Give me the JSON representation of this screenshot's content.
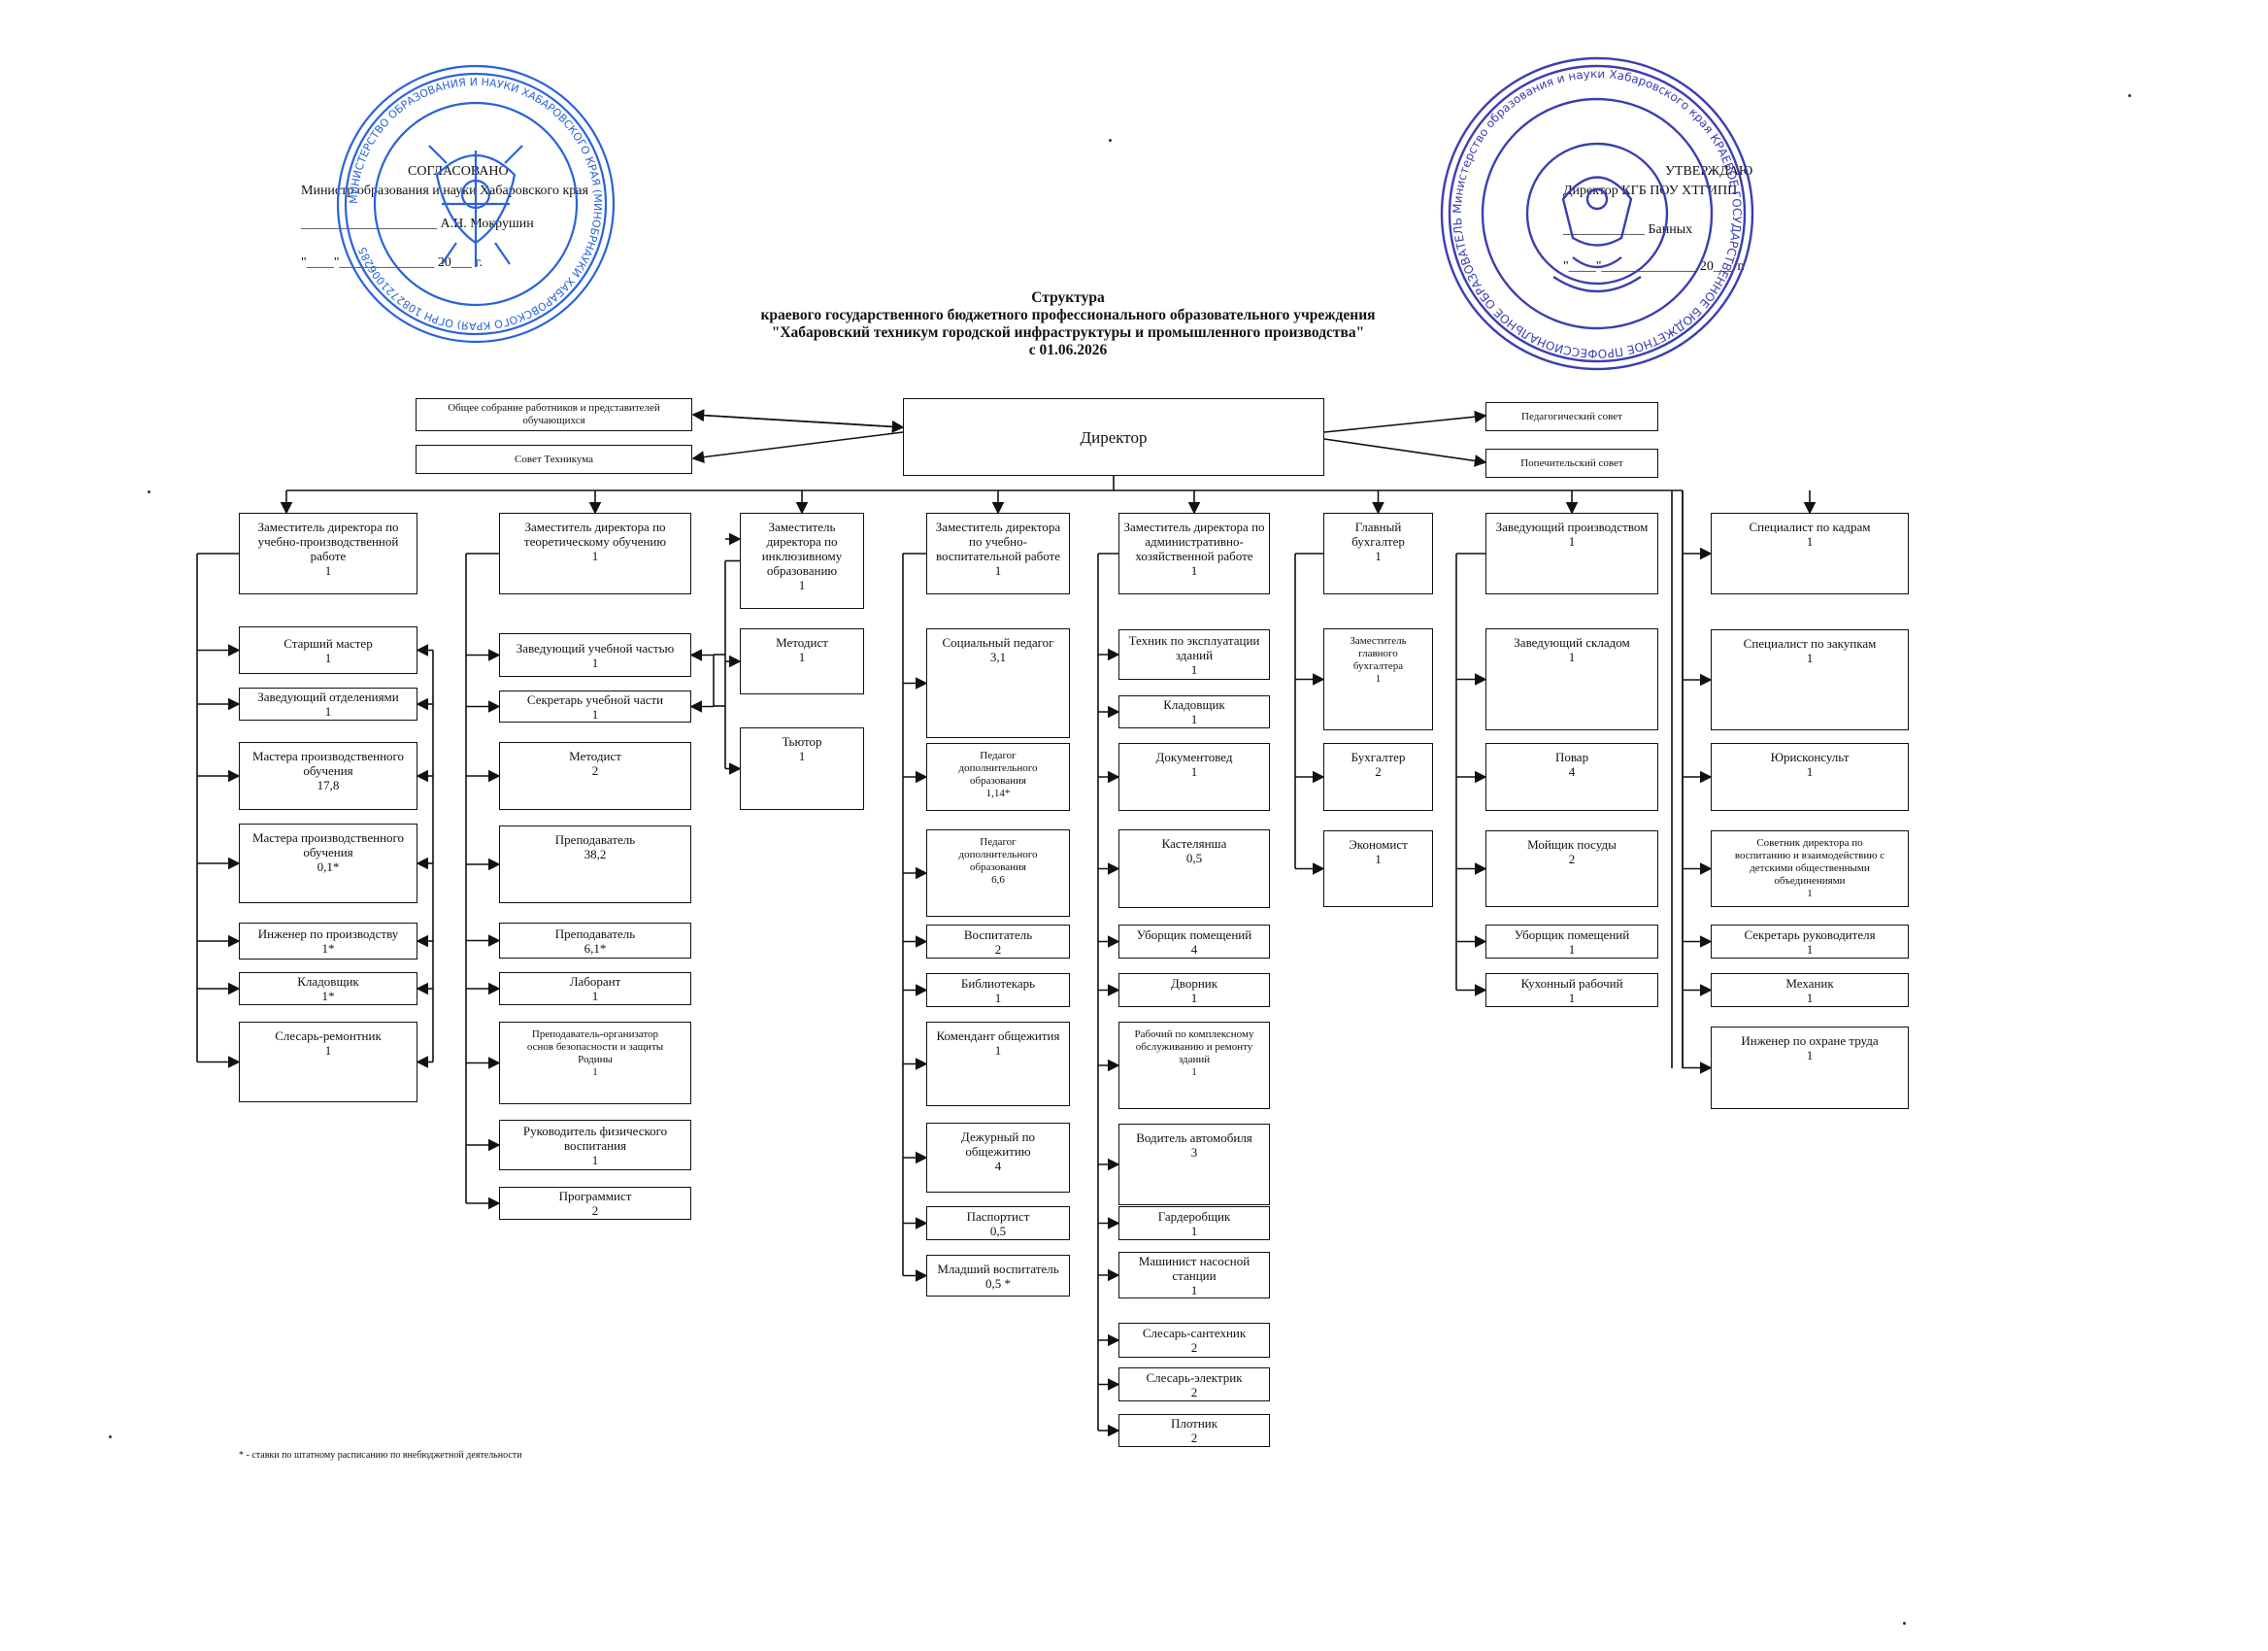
{
  "approval_left": {
    "heading": "СОГЛАСОВАНО",
    "position": "Министр образования и науки Хабаровского края",
    "signature": "____________________ А.Н. Мокрушин",
    "date": "\"____\"______________ 20___ г."
  },
  "approval_right": {
    "heading": "УТВЕРЖДАЮ",
    "position": "Директор КГБ ПОУ ХТГИПП",
    "signature": "____________ Банных",
    "date": "\"____\"______________ 20___ г."
  },
  "title": {
    "line1": "Структура",
    "line2": "краевого государственного бюджетного профессионального образовательного учреждения",
    "line3": "\"Хабаровский техникум городской инфраструктуры и промышленного производства\"",
    "line4": "с 01.06.2026"
  },
  "stamp_left": {
    "color": "#2a63d9",
    "ring_text": "МИНИСТЕРСТВО ОБРАЗОВАНИЯ И НАУКИ ХАБАРОВСКОГО КРАЯ (МИНОБРНАУКИ ХАБАРОВСКОГО КРАЯ) ОГРН 1082721006285"
  },
  "stamp_right": {
    "color": "#3a3fb0",
    "ring_text": "Министерство образования и науки Хабаровского края КРАЕВОЕ ГОСУДАРСТВЕННОЕ БЮДЖЕТНОЕ ПРОФЕССИОНАЛЬНОЕ ОБРАЗОВАТЕЛЬНОЕ УЧРЕЖДЕНИЕ"
  },
  "councils": {
    "general_meeting": "Общее собрание работников и представителей обучающихся",
    "college_council": "Совет Техникума",
    "pedagogical_council": "Педагогический совет",
    "board_of_trustees": "Попечительский совет"
  },
  "director": "Директор",
  "col1": {
    "head": [
      "Заместитель директора по",
      "учебно-производственной",
      "работе",
      "1"
    ],
    "items": [
      [
        "Старший мастер",
        "1"
      ],
      [
        "Заведующий отделениями",
        "1"
      ],
      [
        "Мастера производственного",
        "обучения",
        "17,8"
      ],
      [
        "Мастера производственного",
        "обучения",
        "0,1*"
      ],
      [
        "Инженер по производству",
        "1*"
      ],
      [
        "Кладовщик",
        "1*"
      ],
      [
        "Слесарь-ремонтник",
        "1"
      ]
    ]
  },
  "col2": {
    "head": [
      "Заместитель директора по",
      "теоретическому обучению",
      "1"
    ],
    "items": [
      [
        "Заведующий учебной частью",
        "1"
      ],
      [
        "Секретарь учебной части",
        "1"
      ],
      [
        "Методист",
        "2"
      ],
      [
        "Преподаватель",
        "38,2"
      ],
      [
        "Преподаватель",
        "6,1*"
      ],
      [
        "Лаборант",
        "1"
      ],
      [
        "Преподаватель-организатор",
        "основ безопасности и защиты",
        "Родины",
        "1"
      ],
      [
        "Руководитель физического",
        "воспитания",
        "1"
      ],
      [
        "Программист",
        "2"
      ]
    ]
  },
  "col3": {
    "head": [
      "Заместитель",
      "директора по",
      "инклюзивному",
      "образованию",
      "1"
    ],
    "items": [
      [
        "Методист",
        "1"
      ],
      [
        "Тьютор",
        "1"
      ]
    ]
  },
  "col4": {
    "head": [
      "Заместитель директора",
      "по учебно-",
      "воспитательной работе",
      "1"
    ],
    "items": [
      [
        "Социальный педагог",
        "3,1"
      ],
      [
        "Педагог",
        "дополнительного",
        "образования",
        "1,14*"
      ],
      [
        "Педагог",
        "дополнительного",
        "образования",
        "6,6"
      ],
      [
        "Воспитатель",
        "2"
      ],
      [
        "Библиотекарь",
        "1"
      ],
      [
        "Комендант общежития",
        "1"
      ],
      [
        "Дежурный по",
        "общежитию",
        "4"
      ],
      [
        "Паспортист",
        "0,5"
      ],
      [
        "Младший воспитатель",
        "0,5 *"
      ]
    ]
  },
  "col5": {
    "head": [
      "Заместитель директора по",
      "административно-",
      "хозяйственной работе",
      "1"
    ],
    "items": [
      [
        "Техник по эксплуатации",
        "зданий",
        "1"
      ],
      [
        "Кладовщик",
        "1"
      ],
      [
        "Документовед",
        "1"
      ],
      [
        "Кастелянша",
        "0,5"
      ],
      [
        "Уборщик помещений",
        "4"
      ],
      [
        "Дворник",
        "1"
      ],
      [
        "Рабочий по комплексному",
        "обслуживанию и ремонту",
        "зданий",
        "1"
      ],
      [
        "Водитель автомобиля",
        "3"
      ],
      [
        "Гардеробщик",
        "1"
      ],
      [
        "Машинист насосной",
        "станции",
        "1"
      ],
      [
        "Слесарь-сантехник",
        "2"
      ],
      [
        "Слесарь-электрик",
        "2"
      ],
      [
        "Плотник",
        "2"
      ]
    ]
  },
  "col6": {
    "head": [
      "Главный",
      "бухгалтер",
      "1"
    ],
    "items": [
      [
        "Заместитель",
        "главного",
        "бухгалтера",
        "1"
      ],
      [
        "Бухгалтер",
        "2"
      ],
      [
        "Экономист",
        "1"
      ]
    ]
  },
  "col7": {
    "head": [
      "Заведующий производством",
      "1"
    ],
    "items": [
      [
        "Заведующий складом",
        "1"
      ],
      [
        "Повар",
        "4"
      ],
      [
        "Мойщик посуды",
        "2"
      ],
      [
        "Уборщик помещений",
        "1"
      ],
      [
        "Кухонный рабочий",
        "1"
      ]
    ]
  },
  "col8": {
    "items": [
      [
        "Специалист по кадрам",
        "1"
      ],
      [
        "Специалист по закупкам",
        "1"
      ],
      [
        "Юрисконсульт",
        "1"
      ],
      [
        "Советник директора по",
        "воспитанию и взаимодействию с",
        "детскими общественными",
        "объединениями",
        "1"
      ],
      [
        "Секретарь руководителя",
        "1"
      ],
      [
        "Механик",
        "1"
      ],
      [
        "Инженер по охране труда",
        "1"
      ]
    ]
  },
  "footnote": "* - ставки по штатному расписанию по внебюджетной деятельности"
}
